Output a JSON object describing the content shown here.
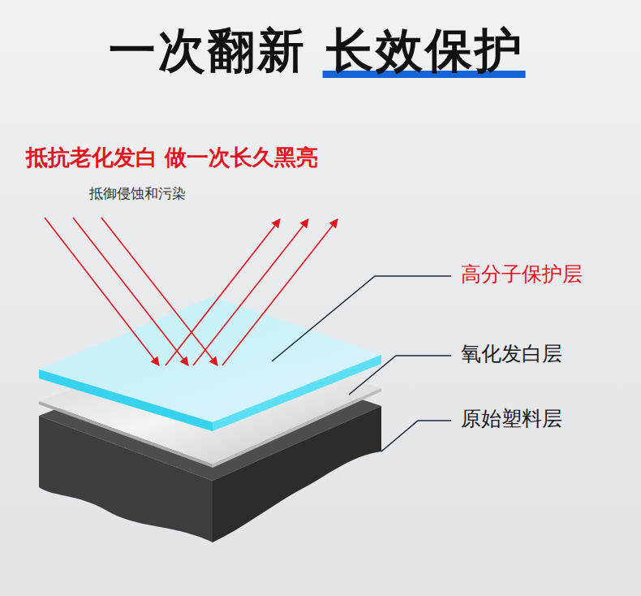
{
  "diagram": {
    "title": "一次翻新 长效保护",
    "labels": [
      "抵抗老化发白 做一次长久黑亮",
      "抵御侵蚀和污染",
      "高分子保护层",
      "氧化发白层",
      "原始塑料层"
    ]
  }
}
